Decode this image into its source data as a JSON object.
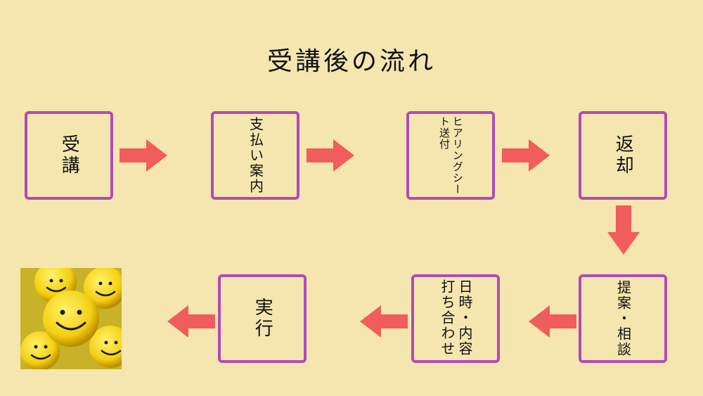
{
  "title": "受講後の流れ",
  "steps": [
    {
      "id": "juko",
      "label": "受講"
    },
    {
      "id": "shiharai",
      "label": "支払い案内"
    },
    {
      "id": "hearing",
      "label": "ヒアリングシート送付"
    },
    {
      "id": "henkyaku",
      "label": "返却"
    },
    {
      "id": "teian",
      "label": "提案・相談"
    },
    {
      "id": "uchiawase",
      "label": "日時・内容打ち合わせ"
    },
    {
      "id": "jikko",
      "label": "実行"
    }
  ],
  "colors": {
    "background": "#f5e6b0",
    "box_border": "#b04bb8",
    "arrow": "#f15c5c"
  },
  "image": {
    "icon": "smiley-faces-image"
  }
}
